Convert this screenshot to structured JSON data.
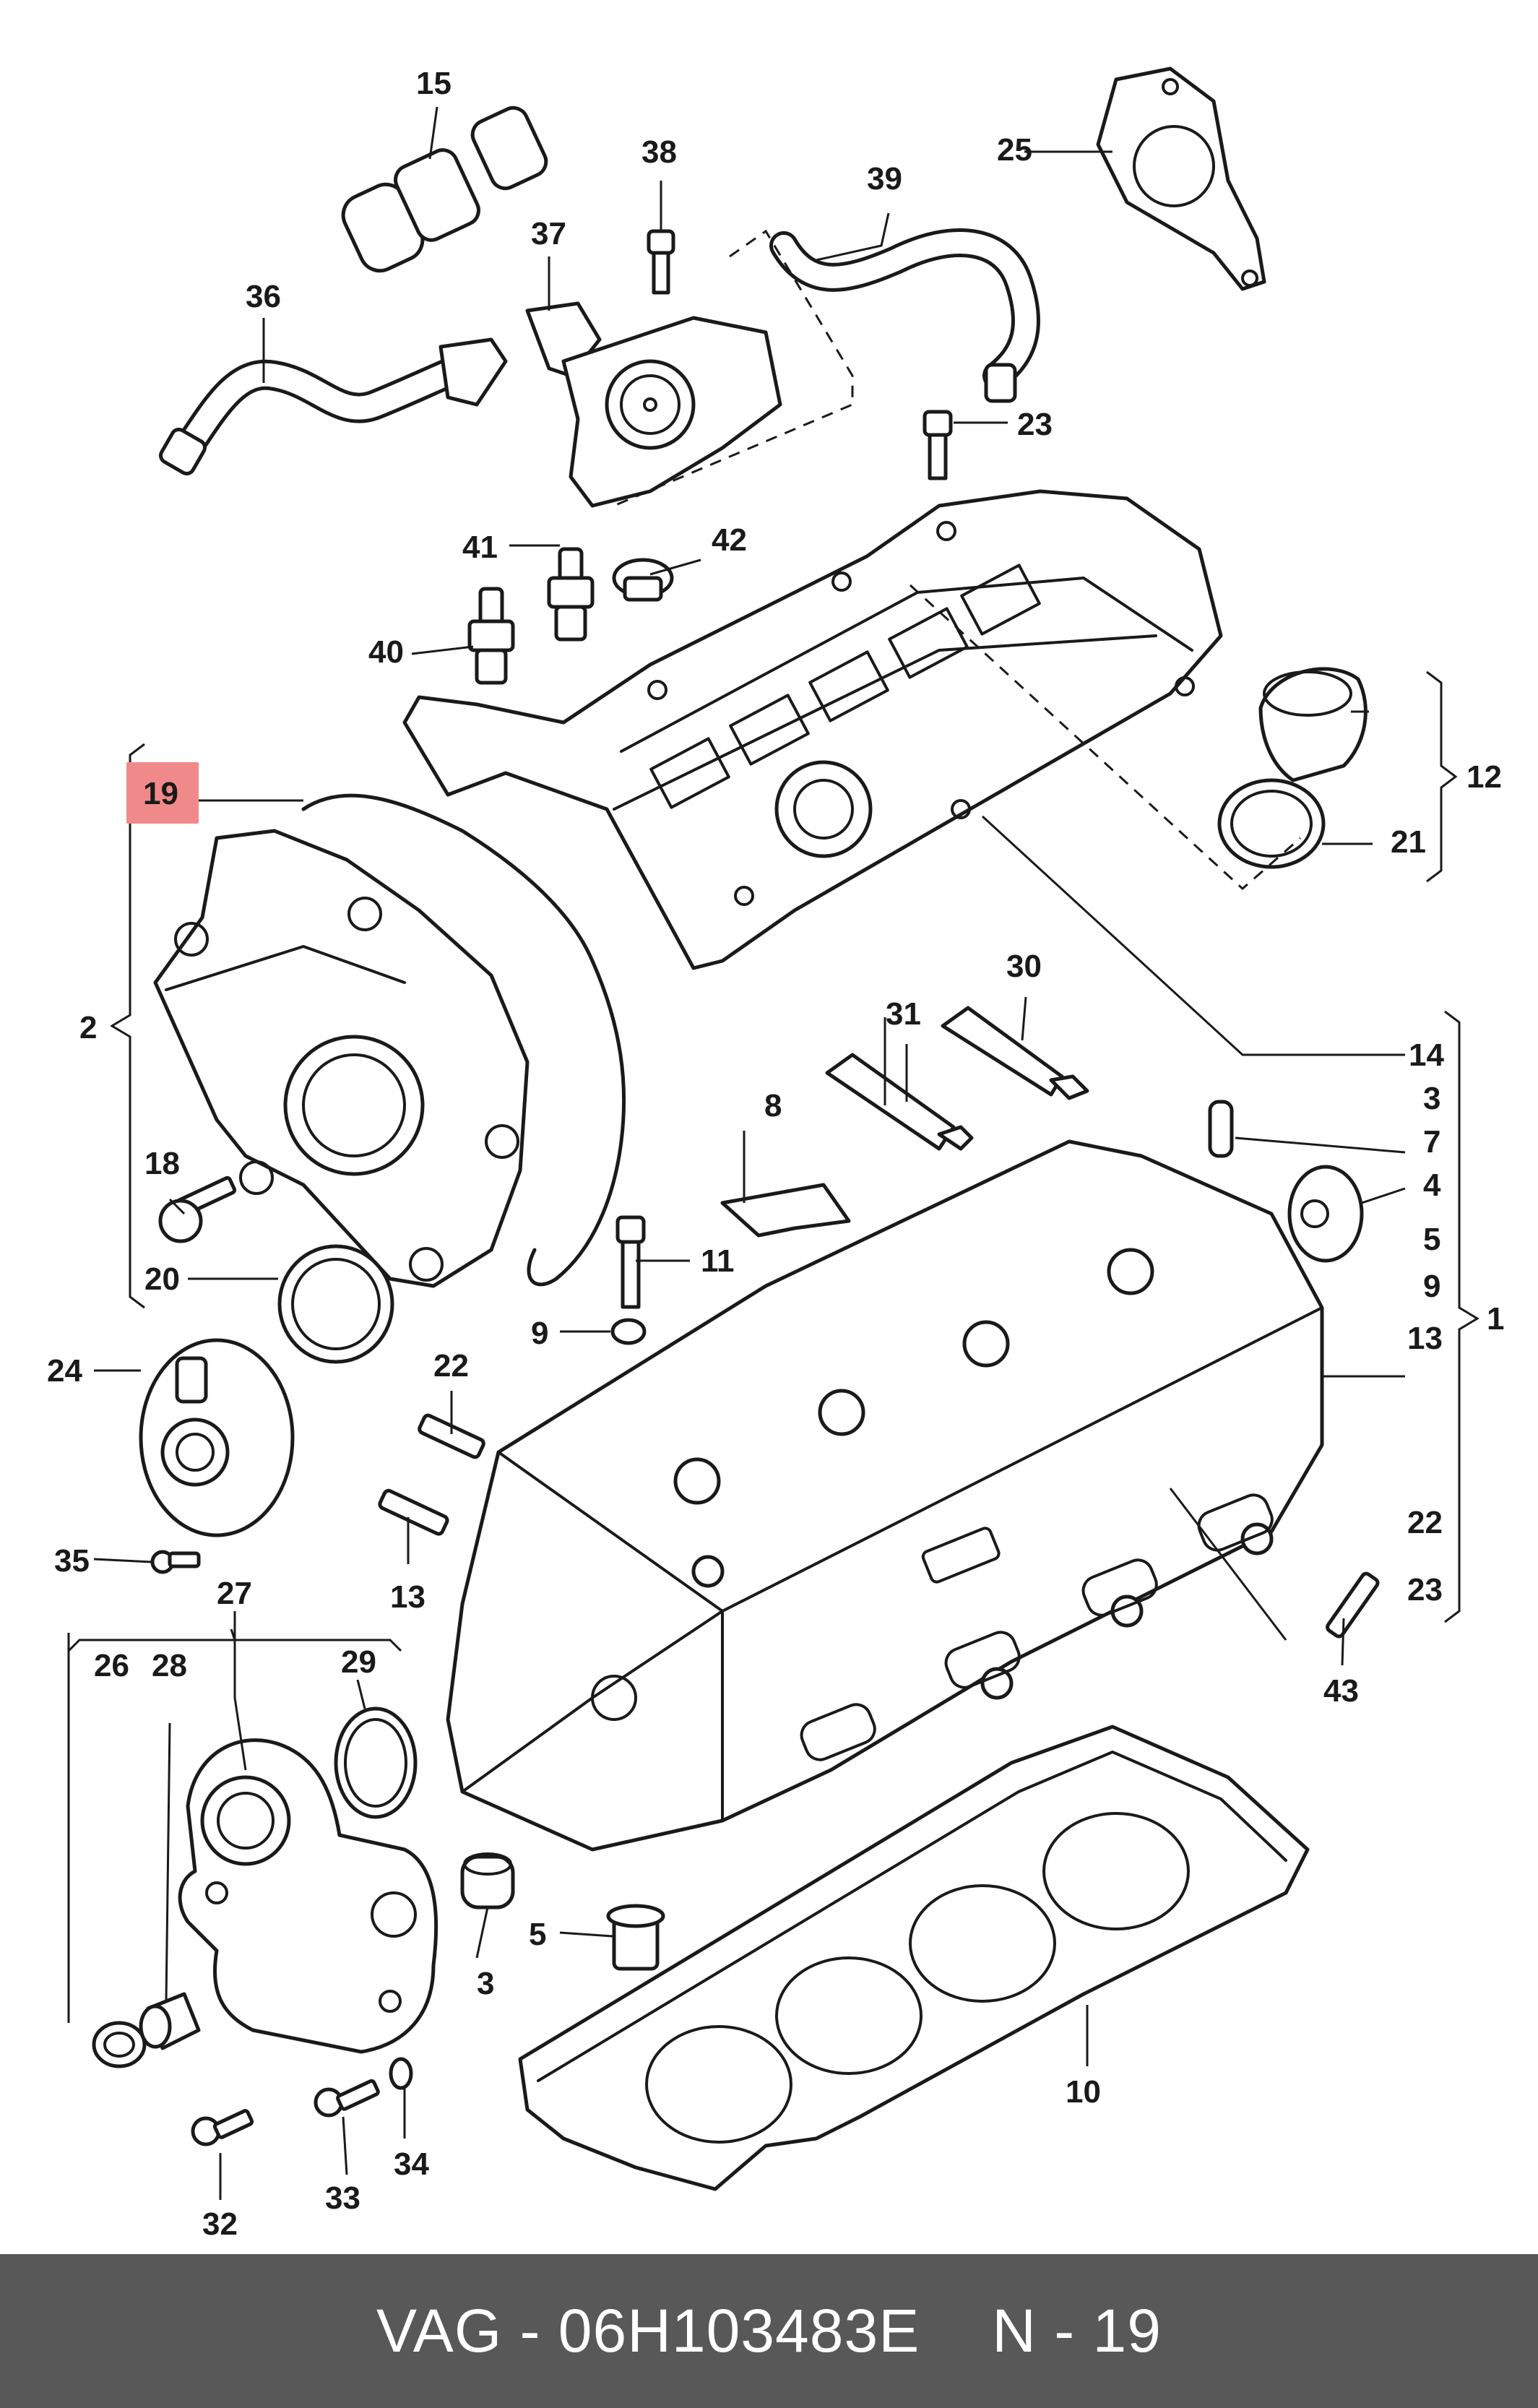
{
  "diagram": {
    "highlight_color": "#f08a8a",
    "line_color": "#1a1a1a",
    "highlighted_callout": "19",
    "callouts": {
      "c1": "1",
      "c2": "2",
      "c3a": "3",
      "c3b": "3",
      "c4": "4",
      "c5a": "5",
      "c5b": "5",
      "c7": "7",
      "c8": "8",
      "c9a": "9",
      "c9b": "9",
      "c10": "10",
      "c11": "11",
      "c12": "12",
      "c13a": "13",
      "c13b": "13",
      "c14": "14",
      "c15": "15",
      "c18": "18",
      "c19": "19",
      "c20": "20",
      "c21": "21",
      "c22a": "22",
      "c22b": "22",
      "c23a": "23",
      "c23b": "23",
      "c24": "24",
      "c25": "25",
      "c26": "26",
      "c27": "27",
      "c28": "28",
      "c29": "29",
      "c30": "30",
      "c31": "31",
      "c32": "32",
      "c33": "33",
      "c34": "34",
      "c35": "35",
      "c36": "36",
      "c37": "37",
      "c38": "38",
      "c39": "39",
      "c40": "40",
      "c41": "41",
      "c42": "42",
      "c43": "43"
    }
  },
  "footer": {
    "background": "#585858",
    "part_number": "VAG - 06H103483E",
    "position_ref": "N - 19"
  }
}
